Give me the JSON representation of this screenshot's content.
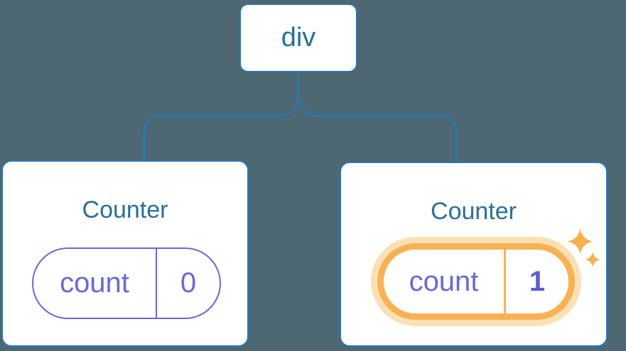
{
  "diagram": {
    "description": "React component tree: a div parent with two Counter children, second counter highlighted after state update",
    "background_color": "#4d6773",
    "root": {
      "label": "div"
    },
    "children": [
      {
        "title": "Counter",
        "state_name": "count",
        "state_value": "0",
        "highlighted": false
      },
      {
        "title": "Counter",
        "state_name": "count",
        "state_value": "1",
        "highlighted": true
      }
    ]
  },
  "colors": {
    "background": "#4d6773",
    "card_fill": "#ffffff",
    "card_border": "#2b77ad",
    "connector_line": "#2b77ad",
    "title_text": "#2a6f97",
    "state_text": "#6969d7",
    "state_pill_border": "#6969d7",
    "highlight_ring": "#f8b254",
    "highlight_glow": "#fbe0b5",
    "sparkle": "#f7b04c"
  },
  "icons": {
    "sparkles": "sparkles-icon"
  }
}
